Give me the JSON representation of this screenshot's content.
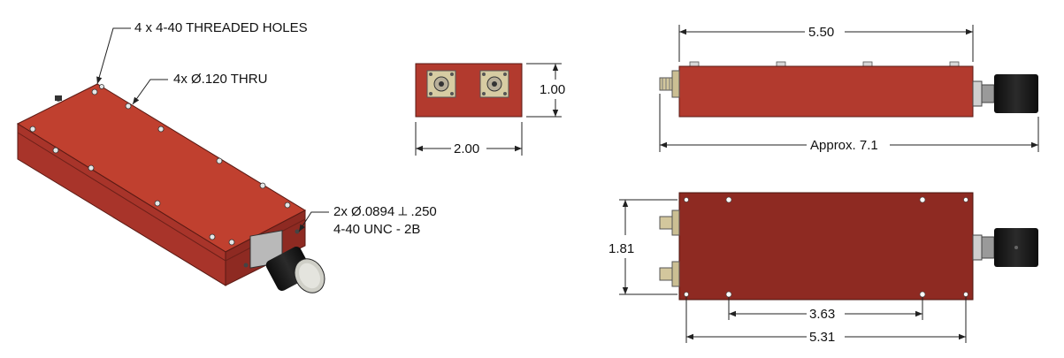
{
  "colors": {
    "body_red": "#b8372c",
    "body_red_dark": "#8e2a22",
    "body_red_light": "#cc4a3a",
    "connector_metal": "#c9b98a",
    "knob_black": "#1a1a1a",
    "line": "#222222"
  },
  "iso_view": {
    "note_threaded_holes": "4 x 4-40 THREADED HOLES",
    "note_thru_holes": "4x Ø.120 THRU",
    "note_tapped_line1": "2x Ø.0894 ⟂ .250",
    "note_tapped_line2": "4-40 UNC - 2B"
  },
  "end_view": {
    "dim_width": "2.00",
    "dim_height": "1.00"
  },
  "side_view": {
    "dim_body_length": "5.50",
    "dim_overall_length": "Approx. 7.1"
  },
  "top_view": {
    "dim_width": "1.81",
    "dim_hole_spacing": "3.63",
    "dim_hole_span": "5.31"
  }
}
